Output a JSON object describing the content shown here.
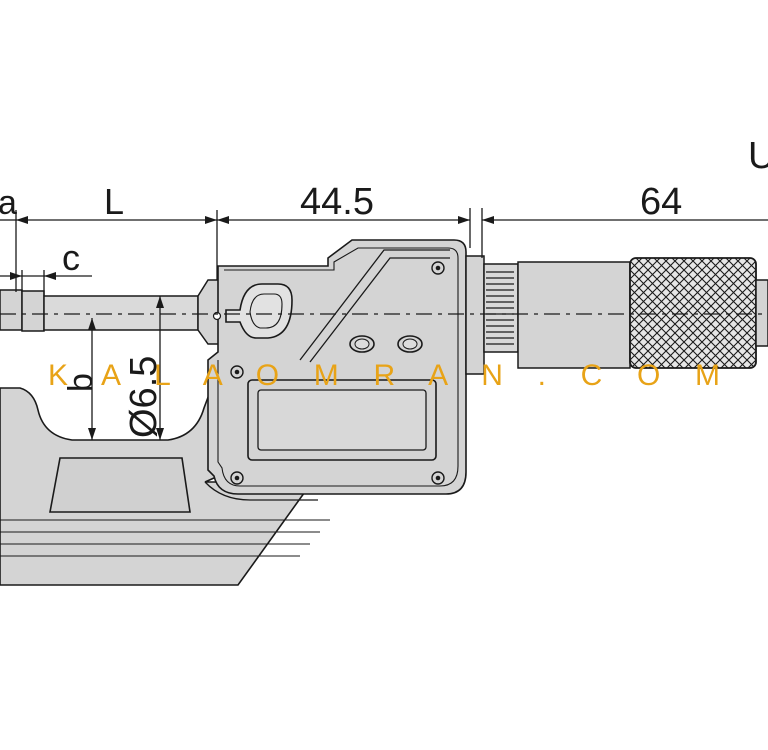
{
  "diagram": {
    "labels": {
      "a": "a",
      "L": "L",
      "dim_44_5": "44.5",
      "dim_64": "64",
      "c": "c",
      "b": "b",
      "dia": "Ø6.5",
      "top_right_partial": "U"
    },
    "watermark": "K A L A O M R A N . C O M"
  },
  "colors": {
    "body_fill": "#d4d4d4",
    "line": "#1a1a1a",
    "watermark": "#e8a317",
    "background": "#ffffff"
  }
}
